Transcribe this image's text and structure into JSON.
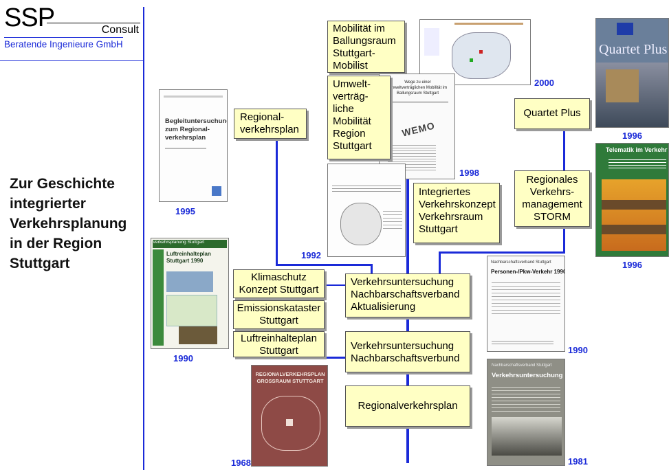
{
  "logo": {
    "brand": "SSP",
    "consult": "Consult",
    "subtitle": "Beratende Ingenieure GmbH"
  },
  "title_lines": [
    "Zur Geschichte",
    "integrierter",
    "Verkehrsplanung",
    "in der Region",
    "Stuttgart"
  ],
  "boxes": {
    "regionalverkehrsplan_early": [
      "Regional-",
      "verkehrsplan"
    ],
    "mobilist": [
      "Mobilität im",
      "Ballungsraum",
      "Stuttgart-",
      "Mobilist"
    ],
    "umwelt": [
      "Umwelt-",
      "verträg-",
      "liche",
      "Mobilität",
      "Region",
      "Stuttgart"
    ],
    "integriertes": [
      "Integriertes",
      "Verkehrskonzept",
      "Verkehrsraum",
      "Stuttgart"
    ],
    "quartet": [
      "Quartet Plus"
    ],
    "storm": [
      "Regionales",
      "Verkehrs-",
      "management",
      "STORM"
    ],
    "klimaschutz": [
      "Klimaschutz",
      "Konzept Stuttgart"
    ],
    "emissions": [
      "Emissionskataster",
      "Stuttgart"
    ],
    "luftreinhalteplan": [
      "Luftreinhalteplan",
      "Stuttgart"
    ],
    "vu_aktualisierung": [
      "Verkehrsuntersuchung",
      "Nachbarschaftsverband",
      "Aktualisierung"
    ],
    "vu_verbund": [
      "Verkehrsuntersuchung",
      "Nachbarschaftsverbund"
    ],
    "regionalverkehrsplan": [
      "Regionalverkehrsplan"
    ]
  },
  "years": {
    "y1995": "1995",
    "y1992": "1992",
    "y1998": "1998",
    "y2000": "2000",
    "y1996a": "1996",
    "y1996b": "1996",
    "y1990a": "1990",
    "y1990b": "1990",
    "y1968": "1968",
    "y1981": "1981"
  },
  "covers": {
    "c1995": [
      "Begleituntersuchungen",
      "zum Regional-",
      "verkehrsplan"
    ],
    "c1990": [
      "Luftreinhalteplan",
      "Stuttgart 1990"
    ],
    "c1990_header": "Verkehrsplanung Stuttgart",
    "c1998": [
      "Wege zu einer",
      "umweltverträglichen Mobilität im",
      "Ballungsraum Stuttgart"
    ],
    "c1998_stamp": "WEMO",
    "c1996_quartet": "Quartet Plus",
    "c1996_telematik": [
      "Telematik im Verkehr"
    ],
    "c1990_personen": [
      "Nachbarschaftsverband Stuttgart",
      "Personen-/Pkw-Verkehr 1990"
    ],
    "c1968": [
      "REGIONALVERKEHRSPLAN",
      "GROSSRAUM STUTTGART"
    ],
    "c1981": [
      "Nachbarschaftsverband Stuttgart",
      "Verkehrsuntersuchung"
    ]
  },
  "colors": {
    "timeline": "#1a2ad8",
    "box_fill": "#ffffc4",
    "year_text": "#1a2ad8"
  }
}
